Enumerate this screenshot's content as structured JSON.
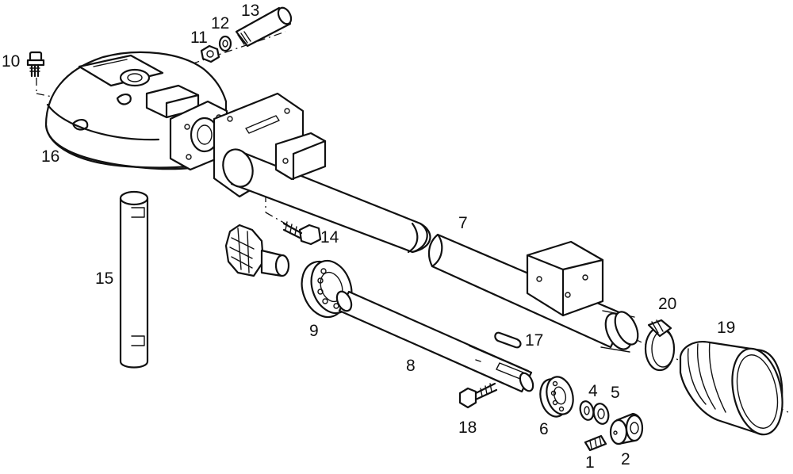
{
  "callouts": {
    "p1": "1",
    "p2": "2",
    "p4": "4",
    "p5": "5",
    "p6": "6",
    "p7": "7",
    "p8": "8",
    "p9": "9",
    "p10": "10",
    "p11": "11",
    "p12": "12",
    "p13": "13",
    "p14": "14",
    "p15": "15",
    "p16": "16",
    "p17": "17",
    "p18": "18",
    "p19": "19",
    "p20": "20"
  }
}
